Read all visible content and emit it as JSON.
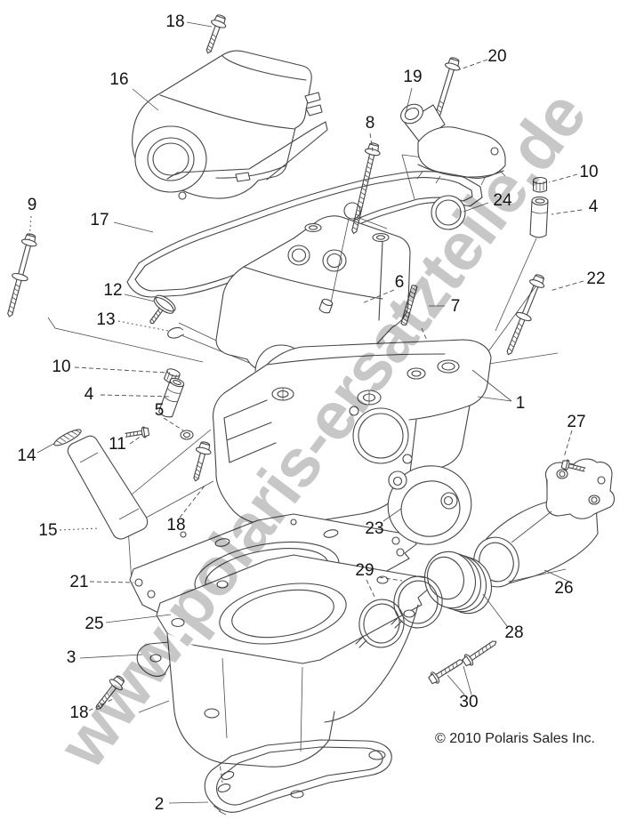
{
  "diagram": {
    "watermark": "www.polaris-ersatzteile.de",
    "copyright": "© 2010 Polaris Sales Inc.",
    "line_color": "#454545",
    "watermark_color": "#c7c7c7"
  },
  "callouts": [
    {
      "label": "18"
    },
    {
      "label": "16"
    },
    {
      "label": "20"
    },
    {
      "label": "19"
    },
    {
      "label": "8"
    },
    {
      "label": "10"
    },
    {
      "label": "24"
    },
    {
      "label": "4"
    },
    {
      "label": "9"
    },
    {
      "label": "17"
    },
    {
      "label": "12"
    },
    {
      "label": "6"
    },
    {
      "label": "22"
    },
    {
      "label": "7"
    },
    {
      "label": "13"
    },
    {
      "label": "10"
    },
    {
      "label": "4"
    },
    {
      "label": "1"
    },
    {
      "label": "5"
    },
    {
      "label": "27"
    },
    {
      "label": "11"
    },
    {
      "label": "14"
    },
    {
      "label": "15"
    },
    {
      "label": "18"
    },
    {
      "label": "23"
    },
    {
      "label": "29"
    },
    {
      "label": "21"
    },
    {
      "label": "26"
    },
    {
      "label": "25"
    },
    {
      "label": "28"
    },
    {
      "label": "3"
    },
    {
      "label": "30"
    },
    {
      "label": "18"
    },
    {
      "label": "2"
    }
  ]
}
